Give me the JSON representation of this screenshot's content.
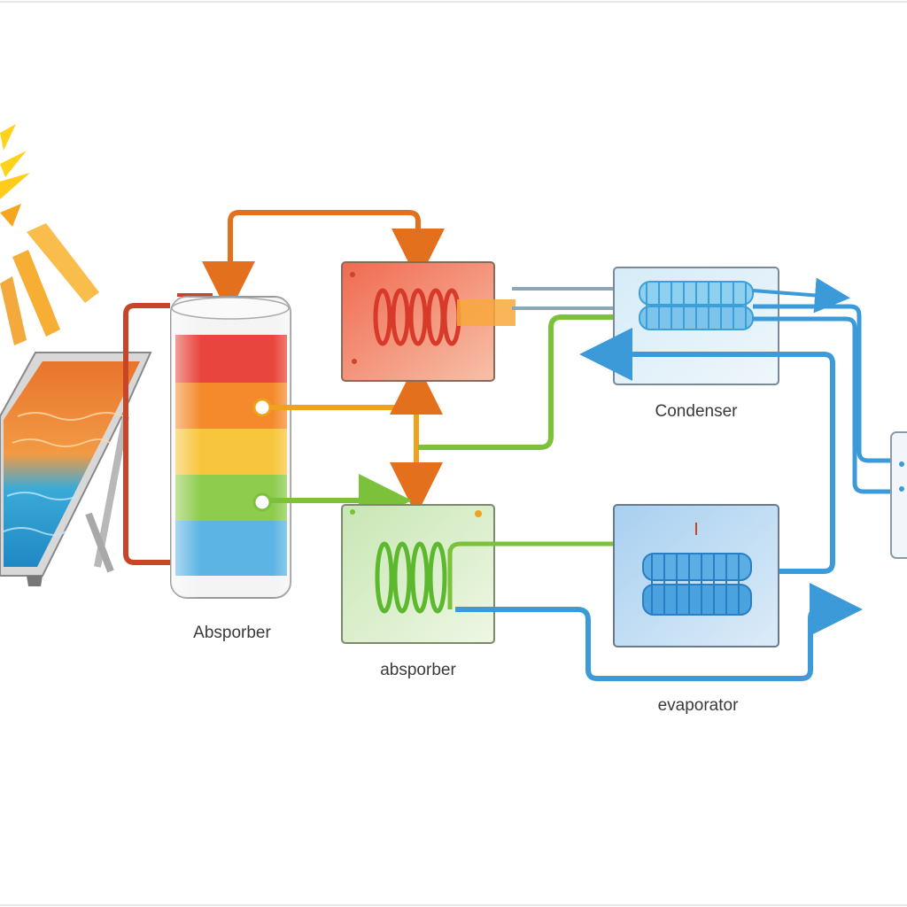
{
  "labels": {
    "tank": "Absporber",
    "condenser": "Condenser",
    "absorber": "absporber",
    "evaporator": "evaporator"
  },
  "colors": {
    "hot_pipe": "#e2701c",
    "return_pipe": "#c8452a",
    "warm_pipe": "#f0a21c",
    "green_pipe": "#7bc23a",
    "cold_pipe": "#3c9ad8",
    "sun": "#ffd21c"
  },
  "tank_layers": [
    "#e8453c",
    "#f48a2c",
    "#f7c63c",
    "#8dcc4c",
    "#5cb4e4"
  ],
  "icons": [
    "sun-icon",
    "solar-panel-icon",
    "coil-icon",
    "arrow-icon"
  ]
}
